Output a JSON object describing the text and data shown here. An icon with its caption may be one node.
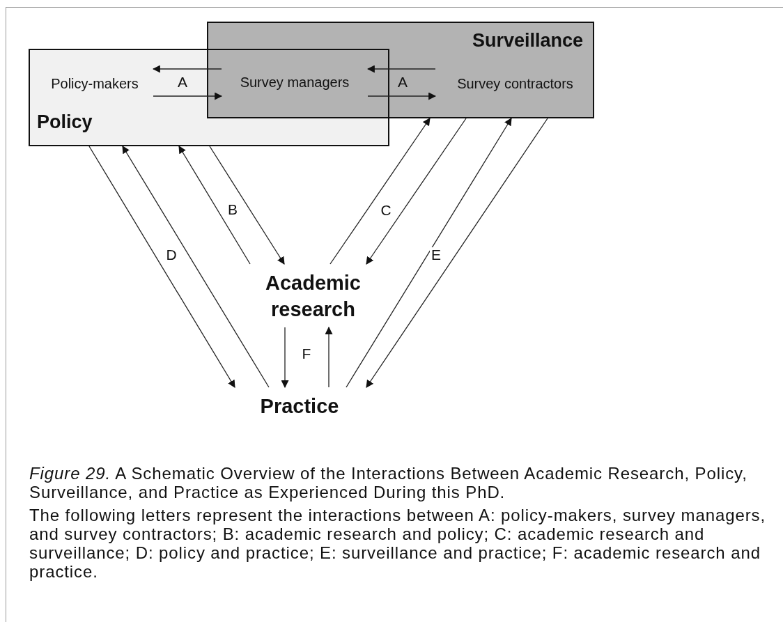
{
  "diagram": {
    "caption": "*Figure 29.* A Schematic Overview of the Interactions Between Academic Research, Policy, Surveillance, and Practice as Experienced During this PhD.",
    "nodes": [
      {
        "text": [
          "Surveillance"
        ]
      },
      {
        "text": [
          "Policy"
        ]
      },
      {
        "text": [
          "Policy-makers"
        ],
        "in": 1
      },
      {
        "text": [
          "Survey managers"
        ]
      },
      {
        "text": [
          "Survey contractors"
        ],
        "in": 0
      },
      {
        "text": [
          "Academic research"
        ]
      },
      {
        "text": [
          "Practice"
        ]
      }
    ],
    "edges": [
      {
        "from": 3,
        "to": 2,
        "arrow": "to"
      },
      {
        "from": 2,
        "to": 3,
        "arrow": "to",
        "label": "A"
      },
      {
        "from": 4,
        "to": 3,
        "arrow": "to"
      },
      {
        "from": 3,
        "to": 4,
        "arrow": "to",
        "label": "A"
      },
      {
        "from": 1,
        "to": 6,
        "arrow": "to",
        "label": "D"
      },
      {
        "from": 6,
        "to": 1,
        "arrow": "to"
      },
      {
        "from": 5,
        "to": 1,
        "arrow": "to",
        "label": "B"
      },
      {
        "from": 1,
        "to": 5,
        "arrow": "to"
      },
      {
        "from": 5,
        "to": 0,
        "arrow": "to"
      },
      {
        "from": 0,
        "to": 5,
        "arrow": "to",
        "label": "C"
      },
      {
        "from": 6,
        "to": 0,
        "arrow": "to",
        "label": "E"
      },
      {
        "from": 0,
        "to": 6,
        "arrow": "to"
      },
      {
        "from": 5,
        "to": 6,
        "arrow": "to",
        "label": "F"
      },
      {
        "from": 6,
        "to": 5,
        "arrow": "to"
      }
    ],
    "labels": [
      "The following letters represent the interactions between A: policy-makers, survey managers, and survey contractors; B: academic research and policy; C: academic research and surveillance; D: policy and practice; E: surveillance and practice; F: academic research and practice."
    ]
  }
}
